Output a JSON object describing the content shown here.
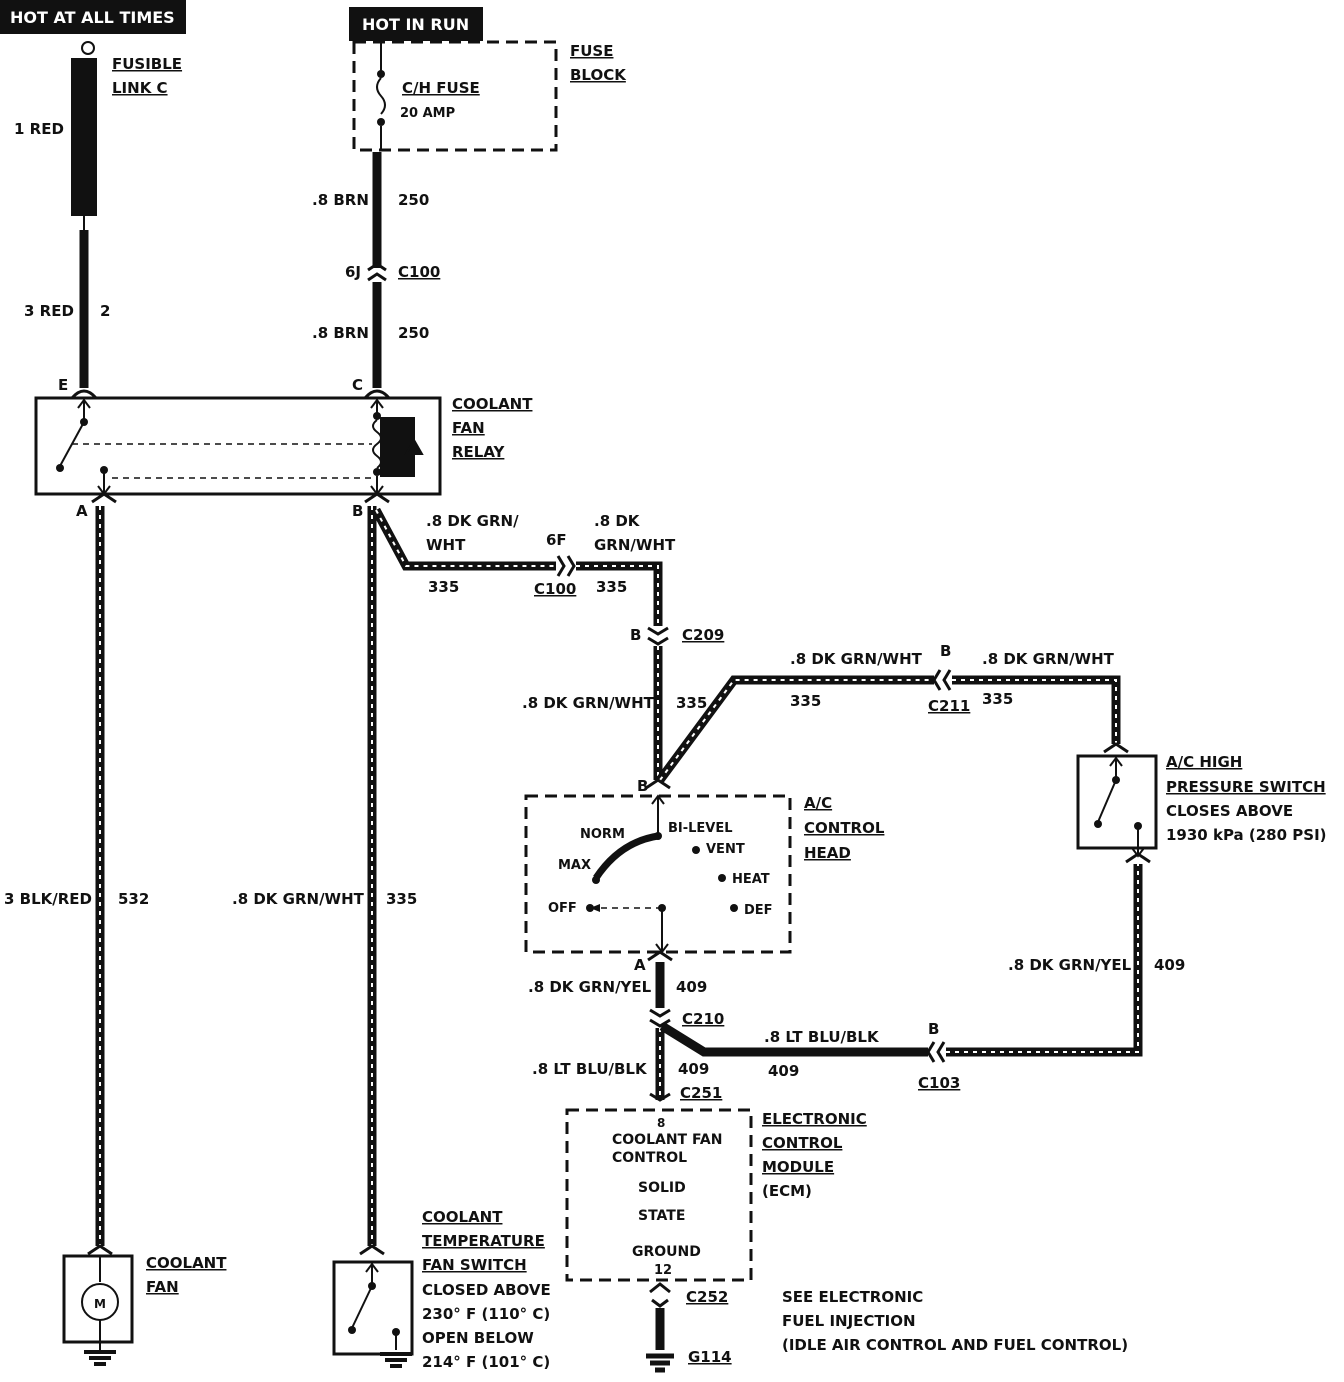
{
  "header": {
    "hot_at_all_times": "HOT AT ALL TIMES",
    "hot_in_run": "HOT IN RUN"
  },
  "fusible_link": {
    "line1": "FUSIBLE",
    "line2": "LINK C",
    "wire": "1 RED"
  },
  "fuse": {
    "name": "C/H FUSE",
    "rating": "20 AMP",
    "block1": "FUSE",
    "block2": "BLOCK"
  },
  "wires": {
    "brn_top": ".8 BRN",
    "brn_top_num": "250",
    "brn_bot": ".8 BRN",
    "brn_bot_num": "250",
    "red": "3 RED",
    "red_num": "2",
    "blk_red": "3 BLK/RED",
    "blk_red_num": "532",
    "grn_wht_left": ".8 DK GRN/WHT",
    "grn_wht_left_num": "335",
    "grn_wht_a1": ".8 DK GRN/",
    "grn_wht_a2": "WHT",
    "grn_wht_a_num": "335",
    "grn_wht_b1": ".8 DK",
    "grn_wht_b2": "GRN/WHT",
    "grn_wht_b_num": "335",
    "grn_wht_mid": ".8 DK GRN/WHT",
    "grn_wht_mid_num": "335",
    "grn_wht_c": ".8 DK GRN/WHT",
    "grn_wht_c_num": "335",
    "grn_wht_d": ".8 DK GRN/WHT",
    "grn_wht_d_num": "335",
    "grn_yel_left": ".8 DK GRN/YEL",
    "grn_yel_left_num": "409",
    "grn_yel_right": ".8 DK GRN/YEL",
    "grn_yel_right_num": "409",
    "lt_blu_left": ".8 LT BLU/BLK",
    "lt_blu_left_num": "409",
    "lt_blu_right": ".8 LT BLU/BLK",
    "lt_blu_right_num": "409"
  },
  "connectors": {
    "c100_top": "C100",
    "c100_top_pin": "6J",
    "c100_mid": "C100",
    "c100_mid_pin": "6F",
    "c209": "C209",
    "c209_pin": "B",
    "c211": "C211",
    "c211_pin": "B",
    "c210": "C210",
    "c251": "C251",
    "c103": "C103",
    "c103_pin": "B",
    "c252": "C252",
    "g114": "G114"
  },
  "relay": {
    "line1": "COOLANT",
    "line2": "FAN",
    "line3": "RELAY",
    "pin_e": "E",
    "pin_c": "C",
    "pin_a": "A",
    "pin_b": "B"
  },
  "ac_head": {
    "line1": "A/C",
    "line2": "CONTROL",
    "line3": "HEAD",
    "pin_b": "B",
    "pin_a": "A",
    "norm": "NORM",
    "bilevel": "BI-LEVEL",
    "max": "MAX",
    "vent": "VENT",
    "heat": "HEAT",
    "off": "OFF",
    "def": "DEF"
  },
  "hp_switch": {
    "line1": "A/C HIGH",
    "line2": "PRESSURE SWITCH",
    "line3": "CLOSES ABOVE",
    "line4": "1930 kPa (280 PSI)"
  },
  "ecm": {
    "line1": "ELECTRONIC",
    "line2": "CONTROL",
    "line3": "MODULE",
    "line4": "(ECM)",
    "pin_8": "8",
    "fan1": "COOLANT FAN",
    "fan2": "CONTROL",
    "solid": "SOLID",
    "state": "STATE",
    "ground": "GROUND",
    "pin_12": "12"
  },
  "coolant_fan": {
    "line1": "COOLANT",
    "line2": "FAN",
    "motor": "M"
  },
  "temp_switch": {
    "line1": "COOLANT",
    "line2": "TEMPERATURE",
    "line3": "FAN SWITCH",
    "line4": "CLOSED ABOVE",
    "line5": "230° F (110° C)",
    "line6": "OPEN BELOW",
    "line7": "214° F (101° C)"
  },
  "see_note": {
    "line1": "SEE ELECTRONIC",
    "line2": "FUEL INJECTION",
    "line3": "(IDLE AIR CONTROL AND FUEL CONTROL)"
  }
}
